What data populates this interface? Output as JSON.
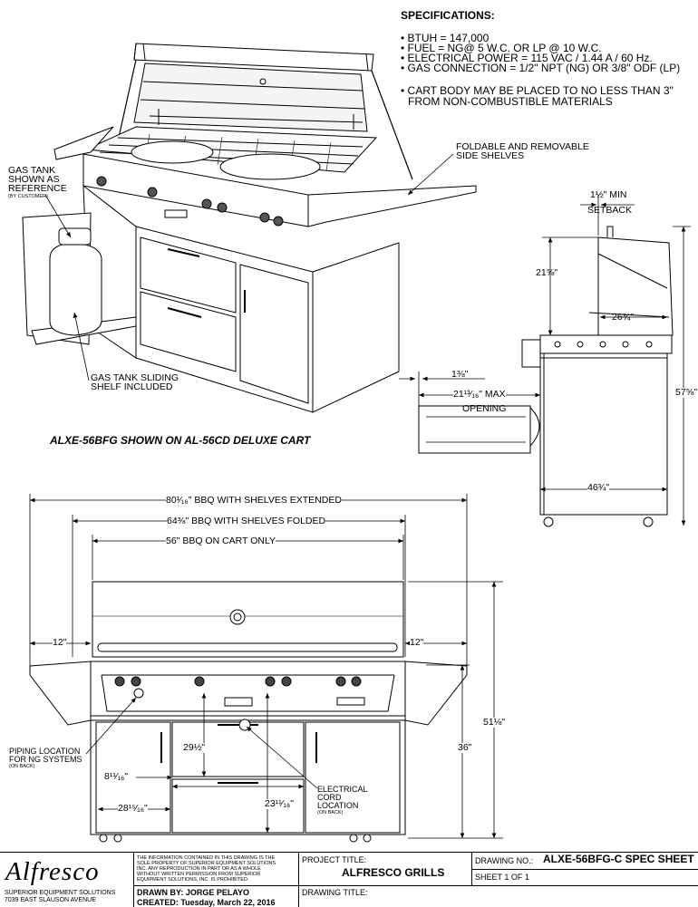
{
  "specifications": {
    "title": "SPECIFICATIONS:",
    "items": [
      "• BTUH = 147,000",
      "• FUEL = NG@ 5 W.C. OR LP @ 10 W.C.",
      "• ELECTRICAL POWER = 115 VAC / 1.44 A / 60 Hz.",
      "• GAS CONNECTION = 1/2\" NPT (NG) OR 3/8\" ODF (LP)"
    ],
    "note_line1": "• CART BODY MAY BE PLACED TO NO LESS THAN 3\"",
    "note_line2": "FROM  NON-COMBUSTIBLE MATERIALS"
  },
  "iso_labels": {
    "gas_tank_1": "GAS TANK",
    "gas_tank_2": "SHOWN AS",
    "gas_tank_3": "REFERENCE",
    "gas_tank_4": "(BY CUSTOMER)",
    "shelves_1": "FOLDABLE AND REMOVABLE",
    "shelves_2": "SIDE SHELVES",
    "sliding_1": "GAS TANK SLIDING",
    "sliding_2": "SHELF INCLUDED",
    "caption": "ALXE-56BFG SHOWN ON AL-56CD DELUXE CART"
  },
  "side_view": {
    "setback_1": "1½\" MIN",
    "setback_2": "SETBACK",
    "hood_height": "21⅝\"",
    "hood_depth": "26¾\"",
    "overall_height": "57⅝\"",
    "drawer_offset": "1⅜\"",
    "max_opening_1": "21¹³⁄₁₆\" MAX",
    "max_opening_2": "OPENING",
    "depth": "46¾\""
  },
  "front_view": {
    "extended": "80¹⁄₁₆\" BBQ WITH SHELVES EXTENDED",
    "folded": "64⅜\" BBQ WITH SHELVES FOLDED",
    "cart_only": "56\" BBQ ON CART ONLY",
    "shelf_left": "12\"",
    "shelf_right": "12\"",
    "height_total": "51⅛\"",
    "height_cart": "36\"",
    "piping_1": "PIPING LOCATION",
    "piping_2": "FOR NG SYSTEMS",
    "piping_3": "(ON BACK)",
    "dim_29": "29½\"",
    "dim_8": "8¹¹⁄₁₆\"",
    "dim_28": "28¹⁵⁄₁₆\"",
    "dim_23": "23¹¹⁄₁₆\"",
    "cord_1": "ELECTRICAL",
    "cord_2": "CORD",
    "cord_3": "LOCATION",
    "cord_4": "(ON BACK)"
  },
  "title_block": {
    "logo": "Alfresco",
    "company_1": "SUPERIOR EQUIPMENT SOLUTIONS",
    "company_2": "7039 EAST SLAUSON AVENUE",
    "disclaimer_1": "THE INFORMATION CONTAINED IN THIS DRAWING IS THE",
    "disclaimer_2": "SOLE PROPERTY OF SUPERIOR EQUIPMENT SOLUTIONS",
    "disclaimer_3": "INC. ANY REPRODUCTION IN PART OR AS A WHOLE",
    "disclaimer_4": "WITHOUT WRITTEN PERMISSION FROM SUPERIOR",
    "disclaimer_5": "EQUIPMENT SOLUTIONS, INC. IS PROHIBITED.",
    "project_title_label": "PROJECT TITLE:",
    "project_title": "ALFRESCO GRILLS",
    "drawing_no_label": "DRAWING NO.:",
    "drawing_no": "ALXE-56BFG-C SPEC SHEET",
    "sheet": "SHEET 1 OF 1",
    "drawn_by": "DRAWN BY: JORGE PELAYO",
    "created": "CREATED: Tuesday, March 22, 2016",
    "drawing_title_label": "DRAWING TITLE:"
  }
}
